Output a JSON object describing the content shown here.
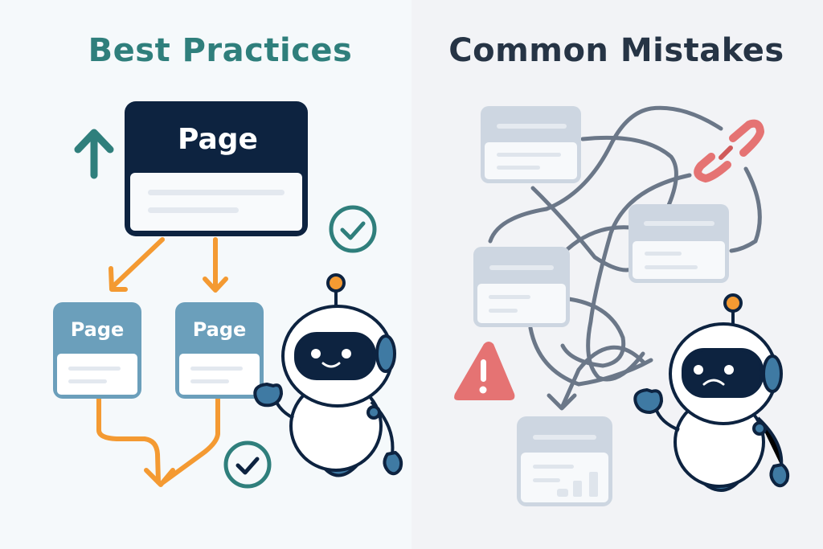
{
  "left_panel": {
    "title": "Best Practices",
    "title_color": "#2f7f7c",
    "main_page": {
      "label": "Page",
      "header_color": "#0d2340"
    },
    "child_pages": [
      {
        "label": "Page",
        "header_color": "#6b9fbb"
      },
      {
        "label": "Page",
        "header_color": "#6b9fbb"
      }
    ],
    "arrow_color": "#f49a32",
    "up_arrow_color": "#2f7f7c",
    "check_color": "#2f7f7c",
    "robot_mood": "happy"
  },
  "right_panel": {
    "title": "Common Mistakes",
    "title_color": "#263445",
    "pages_count": 4,
    "tangled_line_color": "#6b7788",
    "broken_link_color": "#e57373",
    "warning_color": "#e57373",
    "robot_mood": "sad"
  },
  "colors": {
    "left_bg": "#f5f9fb",
    "right_bg": "#f2f3f6",
    "robot_outline": "#0d2340",
    "robot_accent": "#3f7aa3",
    "antenna": "#f49a32"
  }
}
